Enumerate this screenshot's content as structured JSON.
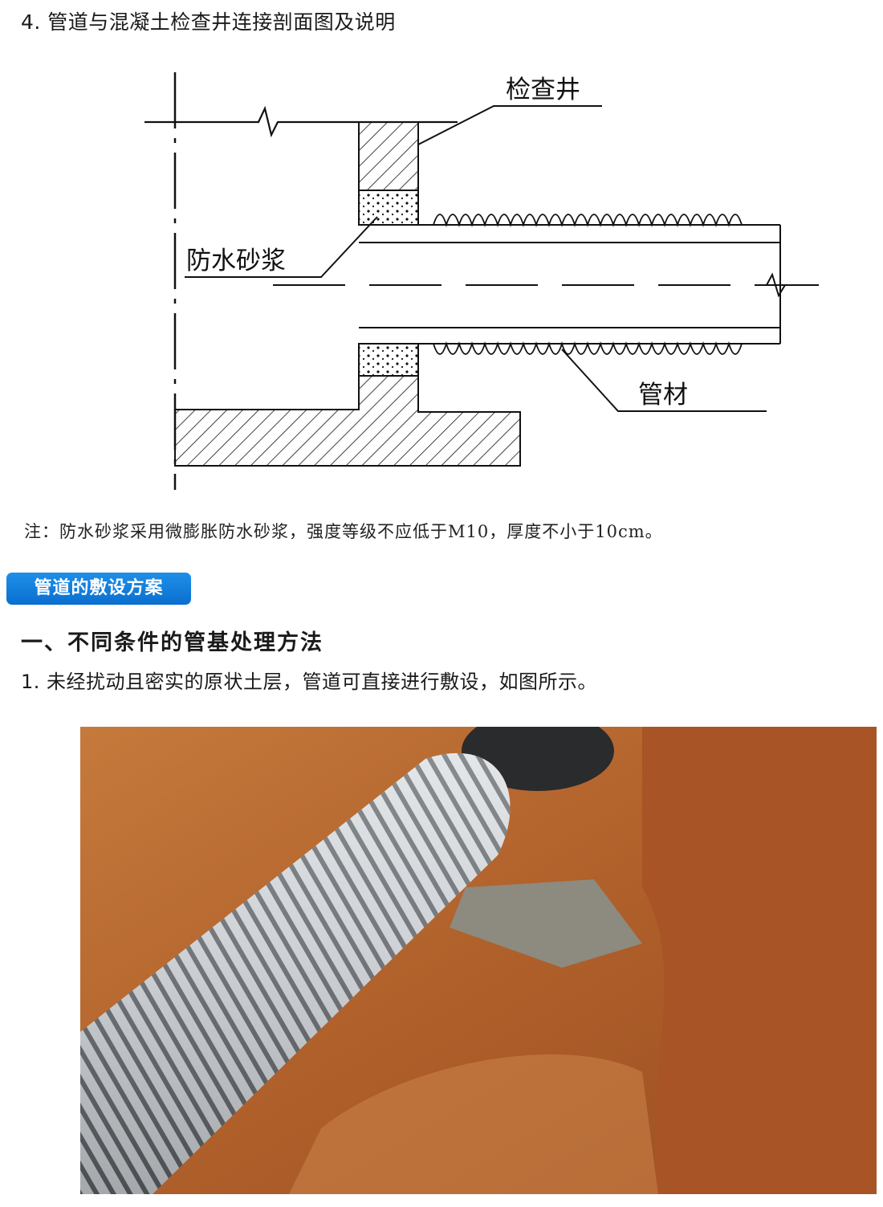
{
  "heading_4": "4. 管道与混凝土检查井连接剖面图及说明",
  "diagram": {
    "label_well": "检查井",
    "label_mortar": "防水砂浆",
    "label_pipe": "管材"
  },
  "note": "注：防水砂浆采用微膨胀防水砂浆，强度等级不应低于M10，厚度不小于10cm。",
  "section_tag": "管道的敷设方案",
  "section_title": "一、不同条件的管基处理方法",
  "item_1": "1. 未经扰动且密实的原状土层，管道可直接进行敷设，如图所示。",
  "colors": {
    "tag_blue": "#0a7ad8",
    "soil": "#b8652a",
    "pipe_silver": "#c9cdd1"
  }
}
